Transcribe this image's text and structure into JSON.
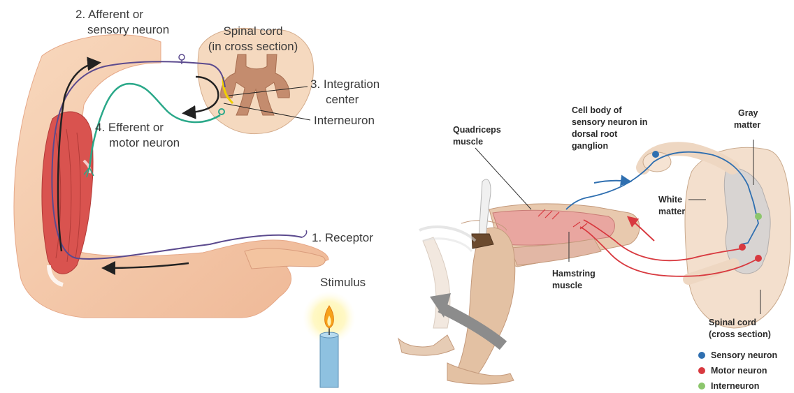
{
  "left_panel": {
    "afferent": [
      "2. Afferent or",
      "sensory neuron"
    ],
    "spinal_cord": [
      "Spinal cord",
      "(in cross section)"
    ],
    "integration": [
      "3. Integration",
      "center"
    ],
    "interneuron": "Interneuron",
    "efferent": [
      "4. Efferent or",
      "motor neuron"
    ],
    "receptor": "1. Receptor",
    "stimulus": "Stimulus"
  },
  "right_panel": {
    "cell_body": [
      "Cell body of",
      "sensory neuron in",
      "dorsal root",
      "ganglion"
    ],
    "gray_matter": [
      "Gray",
      "matter"
    ],
    "quadriceps": [
      "Quadriceps",
      "muscle"
    ],
    "white_matter": [
      "White",
      "matter"
    ],
    "hamstring": [
      "Hamstring",
      "muscle"
    ],
    "spinal_cord": [
      "Spinal cord",
      "(cross section)"
    ],
    "legend": [
      {
        "label": "Sensory neuron",
        "color": "#2f6fb0"
      },
      {
        "label": "Motor neuron",
        "color": "#d8393f"
      },
      {
        "label": "Interneuron",
        "color": "#8cc66c"
      }
    ]
  },
  "colors": {
    "skin": "#f4c9a6",
    "muscle": "#d9534f",
    "sensory_left": "#5b4a8e",
    "motor_left": "#2aa889",
    "sensory_right": "#2f6fb0",
    "motor_right": "#d8393f",
    "interneuron": "#8cc66c"
  }
}
